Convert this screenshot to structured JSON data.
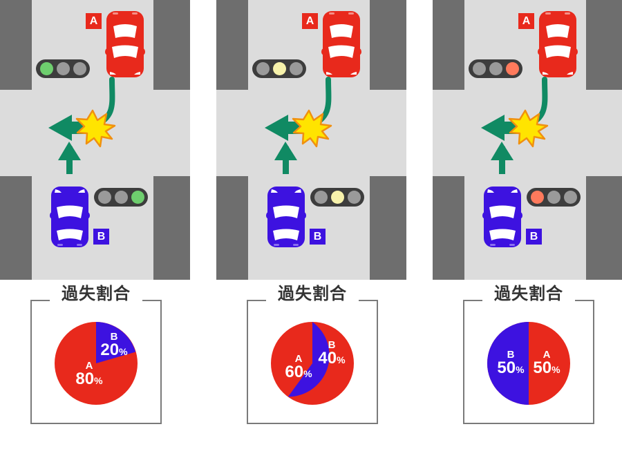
{
  "panels": [
    {
      "id": "panel-green",
      "tag_a": "A",
      "tag_b": "B",
      "signal_top": {
        "name": "traffic-light-a",
        "state": "green",
        "lamp_index": 0
      },
      "signal_bottom": {
        "name": "traffic-light-b",
        "state": "green",
        "lamp_index": 2
      },
      "car_a_color": "#e8291c",
      "car_b_color": "#3d12e0",
      "card_title": "過失割合",
      "chart_data": {
        "type": "pie",
        "title": "過失割合",
        "categories": [
          "A",
          "B"
        ],
        "values": [
          80,
          20
        ],
        "labels": [
          "80",
          "20"
        ],
        "unit": "%",
        "colors": [
          "#e8291c",
          "#3d12e0"
        ],
        "start_angle_deg": 0,
        "legend": "none"
      }
    },
    {
      "id": "panel-yellow",
      "tag_a": "A",
      "tag_b": "B",
      "signal_top": {
        "name": "traffic-light-a",
        "state": "yellow",
        "lamp_index": 1
      },
      "signal_bottom": {
        "name": "traffic-light-b",
        "state": "yellow",
        "lamp_index": 1
      },
      "car_a_color": "#e8291c",
      "car_b_color": "#3d12e0",
      "card_title": "過失割合",
      "chart_data": {
        "type": "pie",
        "title": "過失割合",
        "categories": [
          "A",
          "B"
        ],
        "values": [
          60,
          40
        ],
        "labels": [
          "60",
          "40"
        ],
        "unit": "%",
        "colors": [
          "#e8291c",
          "#3d12e0"
        ],
        "start_angle_deg": 0,
        "legend": "none"
      }
    },
    {
      "id": "panel-red",
      "tag_a": "A",
      "tag_b": "B",
      "signal_top": {
        "name": "traffic-light-a",
        "state": "red",
        "lamp_index": 2
      },
      "signal_bottom": {
        "name": "traffic-light-b",
        "state": "red",
        "lamp_index": 0
      },
      "car_a_color": "#e8291c",
      "car_b_color": "#3d12e0",
      "card_title": "過失割合",
      "chart_data": {
        "type": "pie",
        "title": "過失割合",
        "categories": [
          "A",
          "B"
        ],
        "values": [
          50,
          50
        ],
        "labels": [
          "50",
          "50"
        ],
        "unit": "%",
        "colors": [
          "#e8291c",
          "#3d12e0"
        ],
        "start_angle_deg": 0,
        "legend": "none"
      }
    }
  ],
  "colors": {
    "road": "#dcdcdc",
    "block": "#6e6e6e",
    "arrow": "#108a63",
    "collision_star": "#ffe400",
    "collision_star_edge": "#f0900f",
    "signal_body": "#3d3d3d",
    "lamp_off": "#9a9a9a",
    "lamp_green": "#6ece6e",
    "lamp_yellow": "#f7f2ab",
    "lamp_red": "#ff7a5c",
    "card_frame": "#7a7a7a",
    "title_text": "#333333",
    "party_a": "#e8291c",
    "party_b": "#3d12e0"
  },
  "icons": {
    "car_a": "car-top-view-icon",
    "car_b": "car-top-view-icon",
    "turn_arrow": "curved-left-turn-arrow-icon",
    "straight_arrow": "straight-up-arrow-icon",
    "collision": "collision-burst-icon",
    "traffic_light": "traffic-light-icon"
  }
}
